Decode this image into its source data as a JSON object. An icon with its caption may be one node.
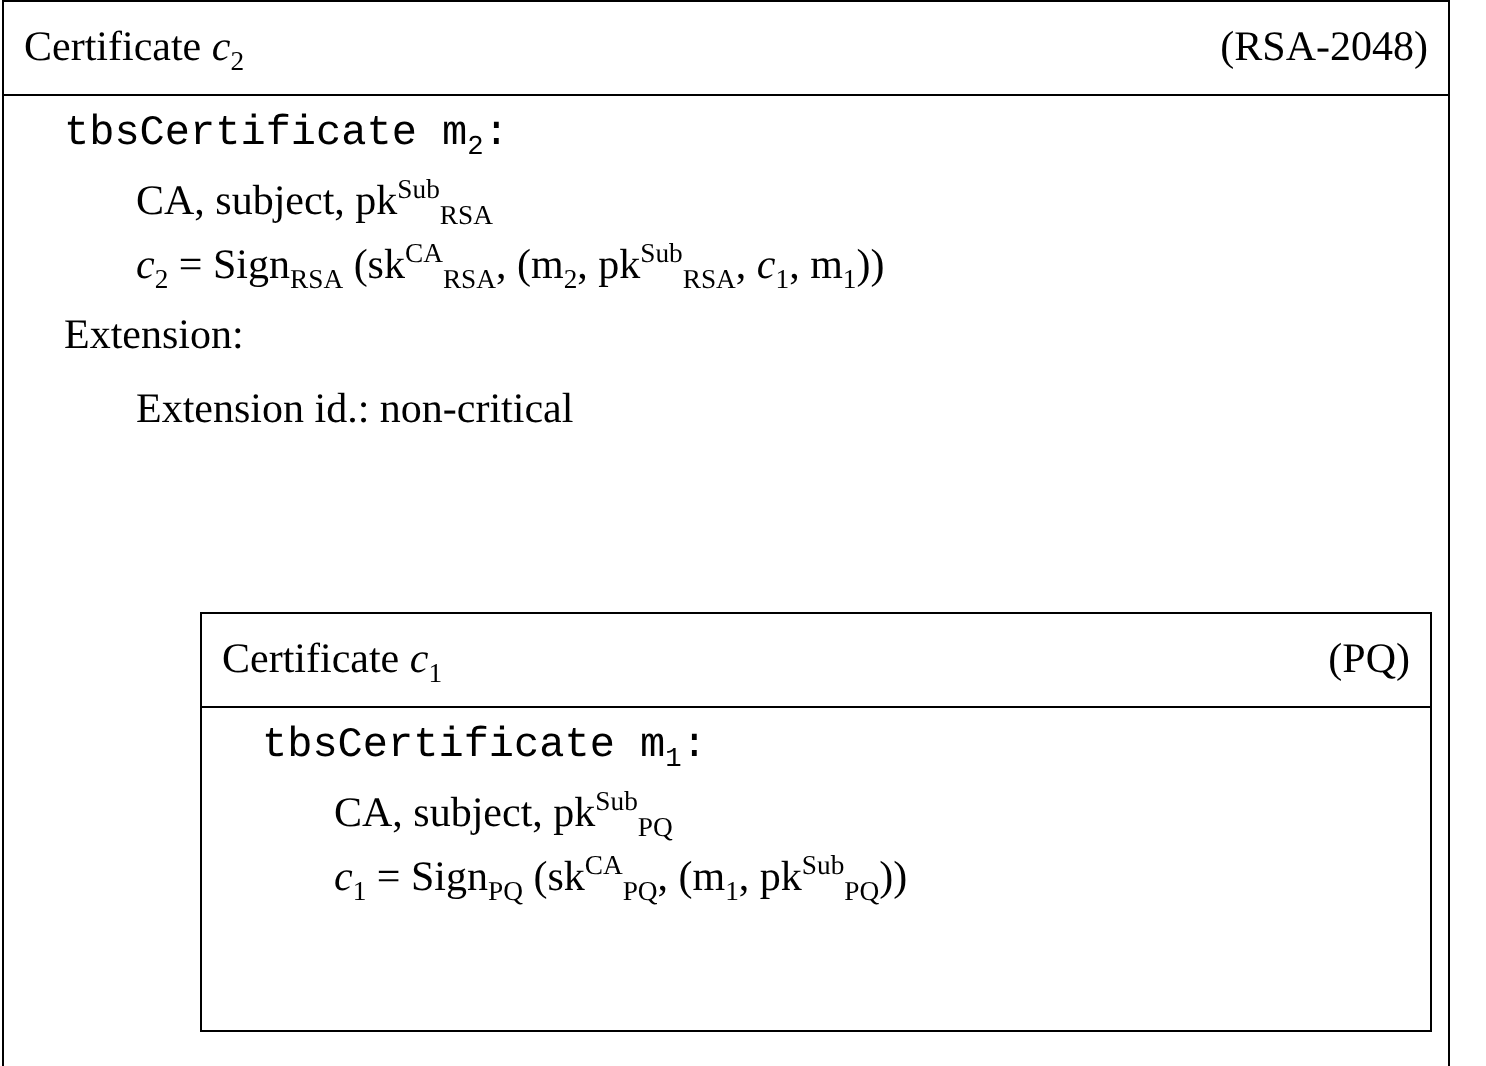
{
  "diagram": {
    "nodes": [
      {
        "text": [
          "Certificate *c*$_{2}$",
          "(RSA-2048)",
          "tbsCertificate m$_{2}$:",
          "CA, subject, pk$^{Sub}$$_{RSA}$",
          "*c*$_{2}$ = Sign$_{RSA}$ (sk$^{CA}$$_{RSA}$, (m$_{2}$, pk$^{Sub}$$_{RSA}$, *c*$_{1}$, m$_{1}$))",
          "Extension:",
          "Extension id.: non-critical"
        ]
      },
      {
        "text": [
          "Certificate *c*$_{1}$",
          "(PQ)",
          "tbsCertificate m$_{1}$:",
          "CA, subject, pk$^{Sub}$$_{PQ}$",
          "*c*$_{1}$ = Sign$_{PQ}$ (sk$^{CA}$$_{PQ}$, (m$_{1}$, pk$^{Sub}$$_{PQ}$))"
        ],
        "in": 0
      }
    ]
  }
}
